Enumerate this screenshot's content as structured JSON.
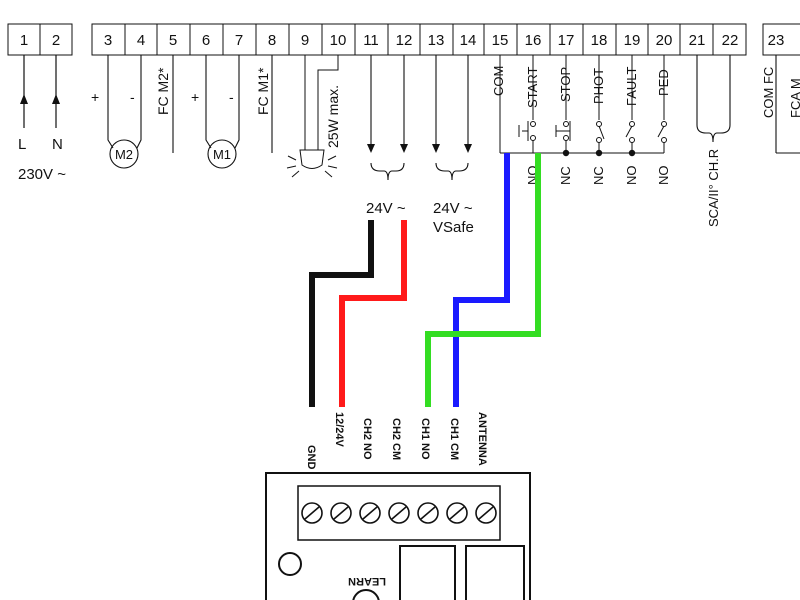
{
  "terminals": [
    {
      "label": "1"
    },
    {
      "label": "2"
    },
    {
      "label": "3"
    },
    {
      "label": "4"
    },
    {
      "label": "5"
    },
    {
      "label": "6"
    },
    {
      "label": "7"
    },
    {
      "label": "8"
    },
    {
      "label": "9"
    },
    {
      "label": "10"
    },
    {
      "label": "11"
    },
    {
      "label": "12"
    },
    {
      "label": "13"
    },
    {
      "label": "14"
    },
    {
      "label": "15"
    },
    {
      "label": "16"
    },
    {
      "label": "17"
    },
    {
      "label": "18"
    },
    {
      "label": "19"
    },
    {
      "label": "20"
    },
    {
      "label": "21"
    },
    {
      "label": "22"
    },
    {
      "label": "23"
    }
  ],
  "labels": {
    "l": "L",
    "n": "N",
    "supply": "230V ~",
    "plus1": "+",
    "minus1": "-",
    "plus2": "+",
    "minus2": "-",
    "m2": "M2",
    "m1": "M1",
    "fc_m2": "FC M2*",
    "fc_m1": "FC M1*",
    "lamp": "25W max.",
    "v24": "24V ~",
    "v24safe_1": "24V ~",
    "v24safe_2": "VSafe",
    "com": "COM",
    "start": "START",
    "stop": "STOP",
    "phot": "PHOT",
    "fault": "FAULT",
    "ped": "PED",
    "no_16": "NO",
    "nc_17": "NC",
    "nc_18": "NC",
    "no_19": "NO",
    "no_20": "NO",
    "scai": "SCA/II° CH.R",
    "com_fc": "COM FC",
    "fca": "FCA M"
  },
  "receiver": {
    "pins": [
      {
        "label": "GND"
      },
      {
        "label": "12/24V"
      },
      {
        "label": "CH2 NO"
      },
      {
        "label": "CH2 CM"
      },
      {
        "label": "CH1 NO"
      },
      {
        "label": "CH1 CM"
      },
      {
        "label": "ANTENNA"
      }
    ],
    "learn": "LEARN"
  },
  "wire_colors": {
    "black": "#111111",
    "red": "#ff1a1a",
    "blue": "#1a1aff",
    "green": "#33dd22"
  }
}
